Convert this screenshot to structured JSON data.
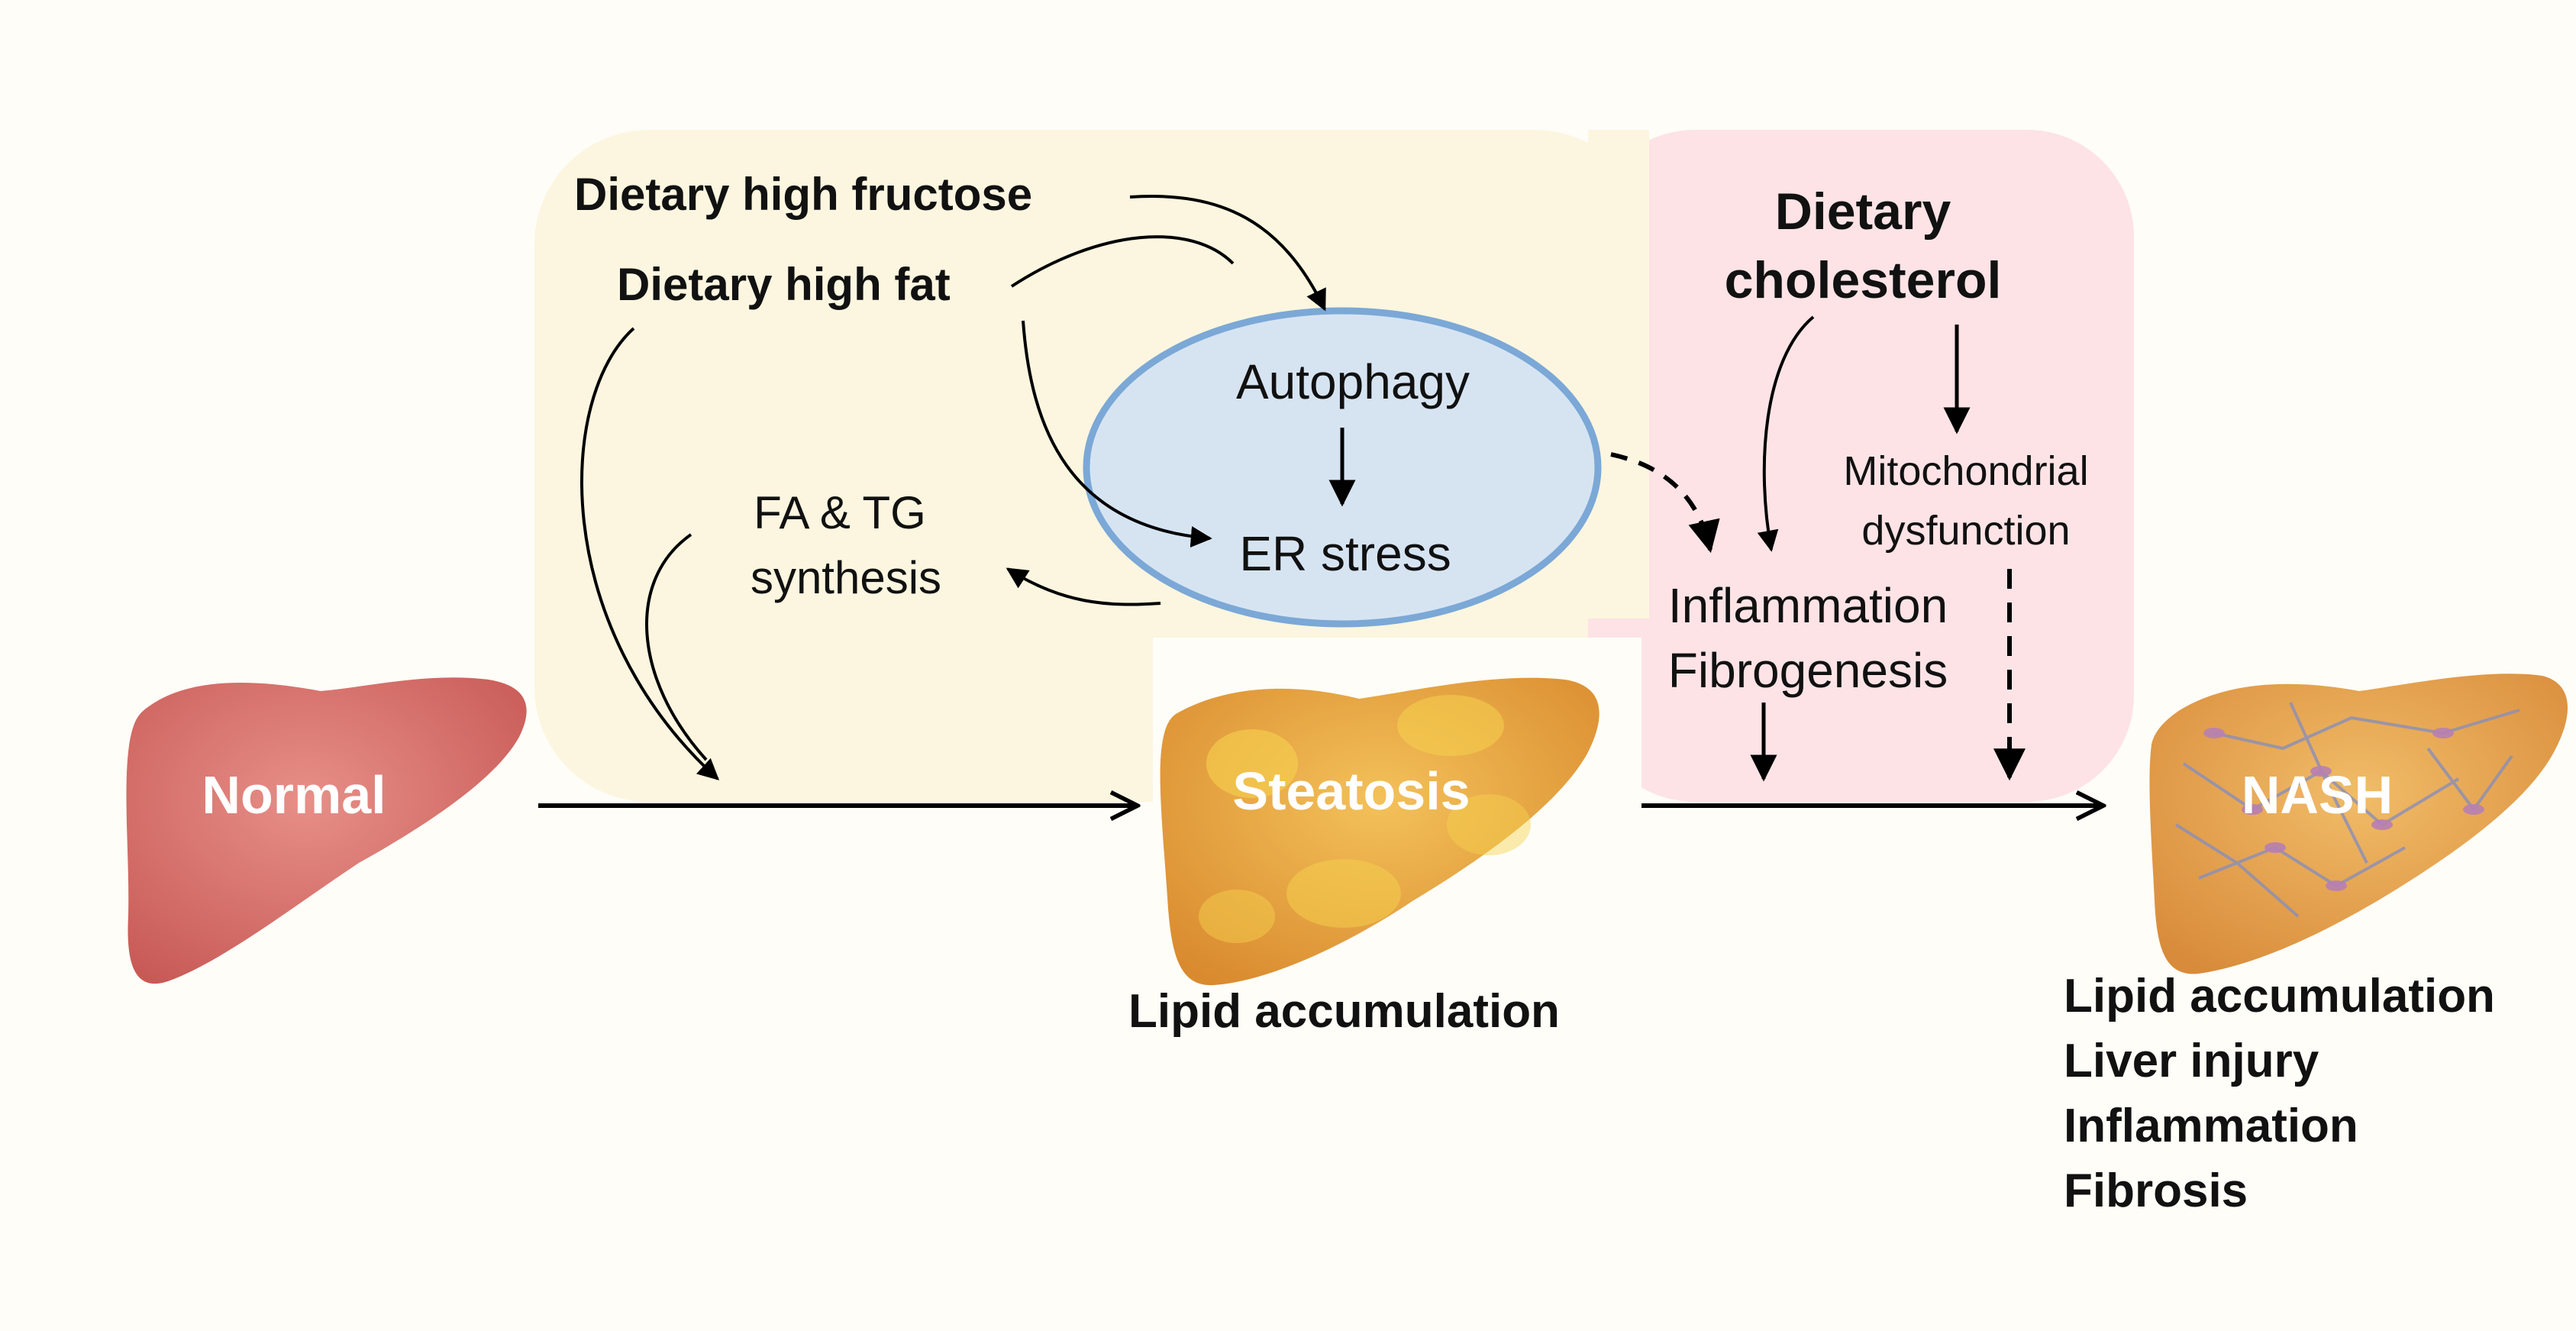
{
  "inputs": {
    "fructose": "Dietary high fructose",
    "fat": "Dietary high fat",
    "cholesterol_line1": "Dietary",
    "cholesterol_line2": "cholesterol"
  },
  "processes": {
    "autophagy": "Autophagy",
    "er_stress": "ER stress",
    "fa_tg_line1": "FA & TG",
    "fa_tg_line2": "synthesis",
    "mito_line1": "Mitochondrial",
    "mito_line2": "dysfunction",
    "inflammation": "Inflammation",
    "fibrogenesis": "Fibrogenesis"
  },
  "stages": {
    "normal": "Normal",
    "steatosis": "Steatosis",
    "nash": "NASH"
  },
  "outcomes": {
    "steatosis": [
      "Lipid accumulation"
    ],
    "nash": [
      "Lipid accumulation",
      "Liver injury",
      "Inflammation",
      "Fibrosis"
    ]
  },
  "colors": {
    "yellow_panel": "#fcf6e0",
    "pink_panel": "#fde3e6",
    "ellipse_fill": "#d6e4f2",
    "ellipse_stroke": "#7ba8d6",
    "normal_liver": "#d9736e",
    "steatosis_liver": "#eba446",
    "nash_liver": "#e9a552",
    "arrow": "#000000"
  }
}
